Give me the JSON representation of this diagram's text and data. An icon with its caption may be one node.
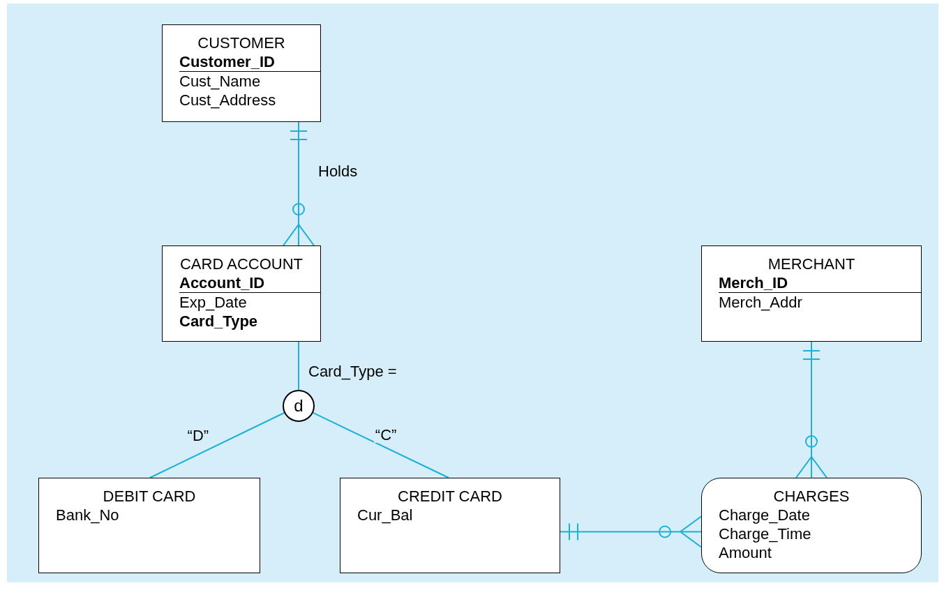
{
  "diagram": {
    "nodes": [
      {
        "text": [
          "CUSTOMER",
          "Customer_ID",
          "Cust_Name",
          "Cust_Address"
        ]
      },
      {
        "text": [
          "CARD ACCOUNT",
          "Account_ID",
          "Exp_Date",
          "Card_Type"
        ]
      },
      {
        "text": [
          "MERCHANT",
          "Merch_ID",
          "Merch_Addr"
        ]
      },
      {
        "text": [
          "d"
        ]
      },
      {
        "text": [
          "DEBIT CARD",
          "Bank_No"
        ]
      },
      {
        "text": [
          "CREDIT CARD",
          "Cur_Bal"
        ]
      },
      {
        "text": [
          "CHARGES",
          "Charge_Date",
          "Charge_Time",
          "Amount"
        ]
      }
    ],
    "edges": [
      {
        "from": 0,
        "to": 1,
        "arrow": "other",
        "label": "Holds"
      },
      {
        "from": 1,
        "to": 3,
        "arrow": "none",
        "label": "Card_Type ="
      },
      {
        "from": 3,
        "to": 4,
        "arrow": "none",
        "label": "“D”"
      },
      {
        "from": 3,
        "to": 5,
        "arrow": "none",
        "label": "“C”"
      },
      {
        "from": 2,
        "to": 6,
        "arrow": "other"
      },
      {
        "from": 5,
        "to": 6,
        "arrow": "other"
      }
    ]
  }
}
